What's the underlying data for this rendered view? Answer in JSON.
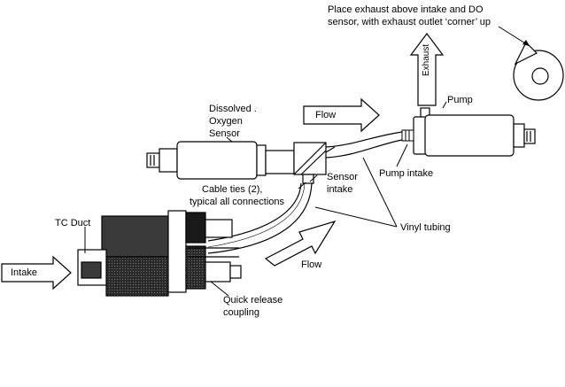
{
  "labels": {
    "exhaust_note_line1": "Place exhaust above intake and DO",
    "exhaust_note_line2": "sensor, with exhaust outlet ‘corner’ up",
    "exhaust_arrow": "Exhaust",
    "pump": "Pump",
    "do_sensor_line1": "Dissolved .",
    "do_sensor_line2": "Oxygen",
    "do_sensor_line3": "Sensor",
    "flow_top": "Flow",
    "pump_intake": "Pump intake",
    "sensor_intake_line1": "Sensor",
    "sensor_intake_line2": "intake",
    "cable_ties_line1": "Cable ties (2),",
    "cable_ties_line2": "typical all connections",
    "vinyl_tubing": "Vinyl tubing",
    "tc_duct": "TC Duct",
    "intake": "Intake",
    "flow_bottom": "Flow",
    "quick_release_line1": "Quick release",
    "quick_release_line2": "coupling"
  },
  "colors": {
    "ink": "#000000",
    "housing_fill": "#3a3a3a",
    "housing_dark": "#1a1a1a",
    "paper": "#ffffff"
  }
}
